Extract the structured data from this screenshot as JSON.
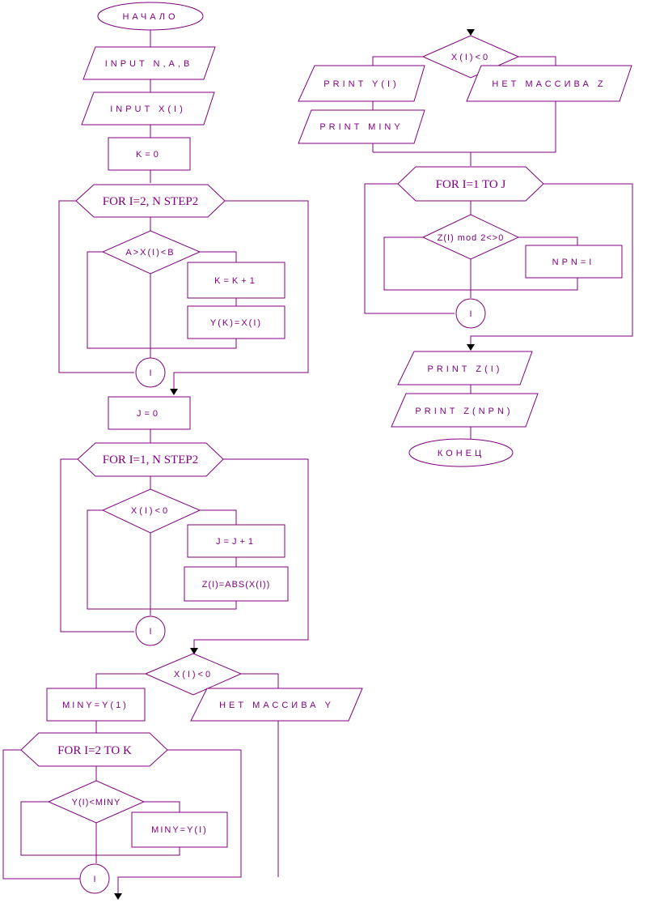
{
  "flowchart": {
    "start": "НАЧАЛО",
    "input_nab": "INPUT N,A,B",
    "input_x": "INPUT X(I)",
    "k_zero": "K=0",
    "loop1": "FOR I=2, N STEP2",
    "cond_range": "A>X(I)<B",
    "k_inc": "K=K+1",
    "y_assign": "Y(K)=X(I)",
    "loop_end_1": "I",
    "j_zero": "J=0",
    "loop2": "FOR I=1, N STEP2",
    "cond_neg_1": "X(I)<0",
    "j_inc": "J=J+1",
    "z_assign": "Z(I)=ABS(X(I))",
    "loop_end_2": "I",
    "cond_neg_2": "X(I)<0",
    "miny_init": "MINY=Y(1)",
    "no_array_y": "НЕТ МАССИВА Y",
    "loop3": "FOR I=2 TO K",
    "cond_miny": "Y(I)<MINY",
    "miny_assign": "MINY=Y(I)",
    "loop_end_3": "I",
    "cond_neg_3": "X(I)<0",
    "print_y": "PRINT Y(I)",
    "print_miny": "PRINT MINY",
    "no_array_z": "НЕТ МАССИВА Z",
    "loop4": "FOR I=1 TO J",
    "cond_mod": "Z(I) mod 2<>0",
    "npn_assign": "NPN=I",
    "loop_end_4": "I",
    "print_z": "PRINT Z(I)",
    "print_znpn": "PRINT Z(NPN)",
    "end": "КОНЕЦ"
  },
  "colors": {
    "stroke": "#800080",
    "text": "#800080",
    "arrowhead": "#000000",
    "background": "#ffffff"
  }
}
